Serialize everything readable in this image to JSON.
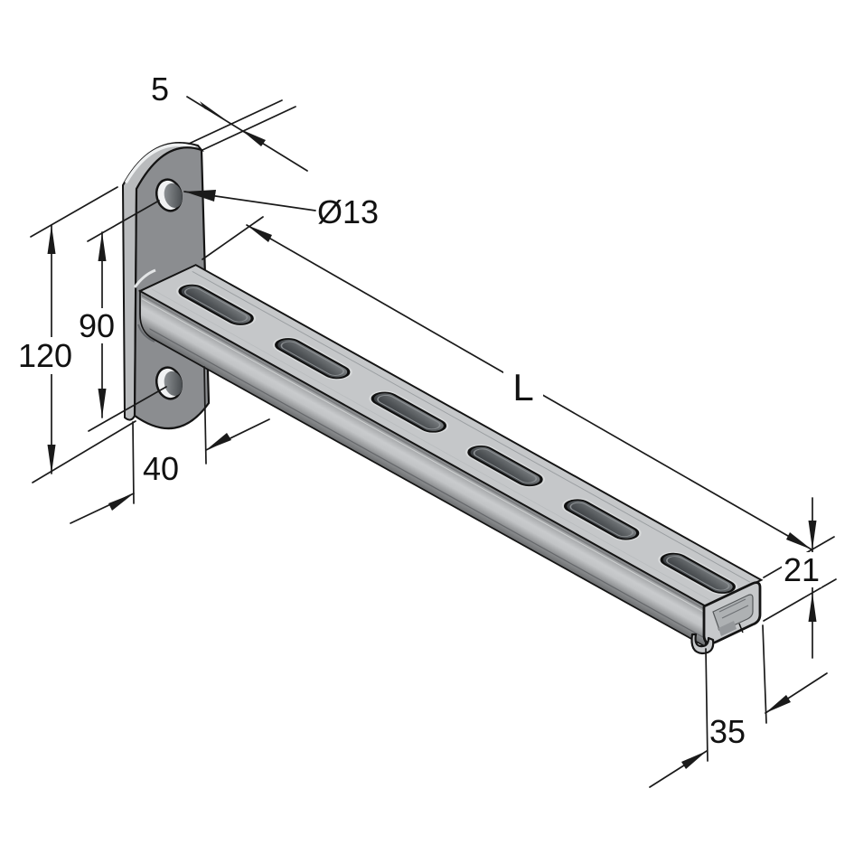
{
  "drawing": {
    "dimensions": {
      "plate_thickness": "5",
      "hole_diameter": "Ø13",
      "hole_spacing": "90",
      "plate_height": "120",
      "plate_width": "40",
      "arm_length": "L",
      "channel_height": "21",
      "channel_width": "35"
    },
    "colors": {
      "background": "#ffffff",
      "line": "#1a1a1a",
      "plate_front": "#8b8d90",
      "plate_edge": "#b9bbbd",
      "channel_top": "#c5c7c9",
      "end_face": "#c7c9cb"
    }
  }
}
